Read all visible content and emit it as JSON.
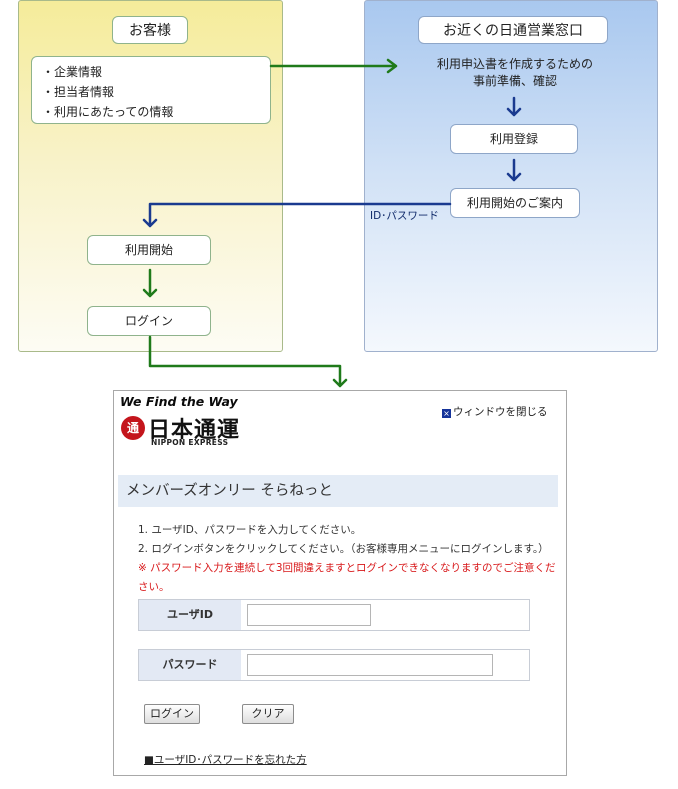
{
  "customer": {
    "title": "お客様",
    "items": [
      "・企業情報",
      "・担当者情報",
      "・利用にあたっての情報"
    ],
    "start": "利用開始",
    "login": "ログイン"
  },
  "office": {
    "title": "お近くの日通営業窓口",
    "note_line1": "利用申込書を作成するための",
    "note_line2": "事前準備、確認",
    "register": "利用登録",
    "guide": "利用開始のご案内",
    "id_pw": "ID･パスワード"
  },
  "login_window": {
    "tagline": "We Find the Way",
    "logo_mark": "通",
    "logo_name": "日本通運",
    "logo_sub": "NIPPON EXPRESS",
    "close_icon": "×",
    "close_label": "ウィンドウを閉じる",
    "banner": "メンバーズオンリー そらねっと",
    "instructions": [
      "1. ユーザID、パスワードを入力してください。",
      "2. ログインボタンをクリックしてください。（お客様専用メニューにログインします。）"
    ],
    "warning": "※ パスワード入力を連続して3回間違えますとログインできなくなりますのでご注意ください。",
    "user_id_label": "ユーザID",
    "password_label": "パスワード",
    "login_button": "ログイン",
    "clear_button": "クリア",
    "forgot_link": "■ユーザID･パスワードを忘れた方"
  },
  "colors": {
    "green_arrow": "#1f7a1a",
    "blue_arrow": "#1a3a8f",
    "warning": "#d8181a"
  }
}
